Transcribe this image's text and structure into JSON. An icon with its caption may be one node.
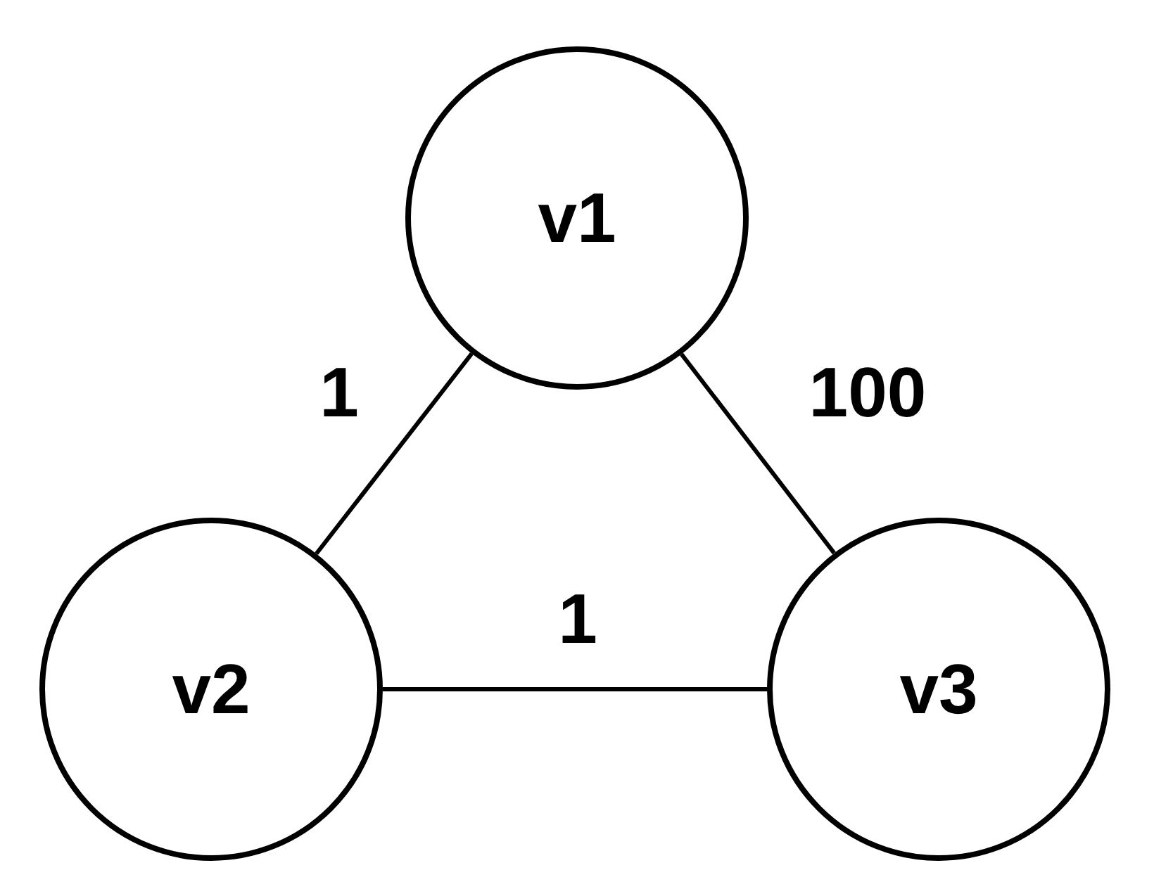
{
  "diagram": {
    "nodes": [
      {
        "text": [
          "v1"
        ]
      },
      {
        "text": [
          "v2"
        ]
      },
      {
        "text": [
          "v3"
        ]
      }
    ],
    "edges": [
      {
        "from": 0,
        "to": 1,
        "arrow": "none",
        "label": "1"
      },
      {
        "from": 0,
        "to": 2,
        "arrow": "none",
        "label": "100"
      },
      {
        "from": 1,
        "to": 2,
        "arrow": "none",
        "label": "1"
      }
    ]
  }
}
